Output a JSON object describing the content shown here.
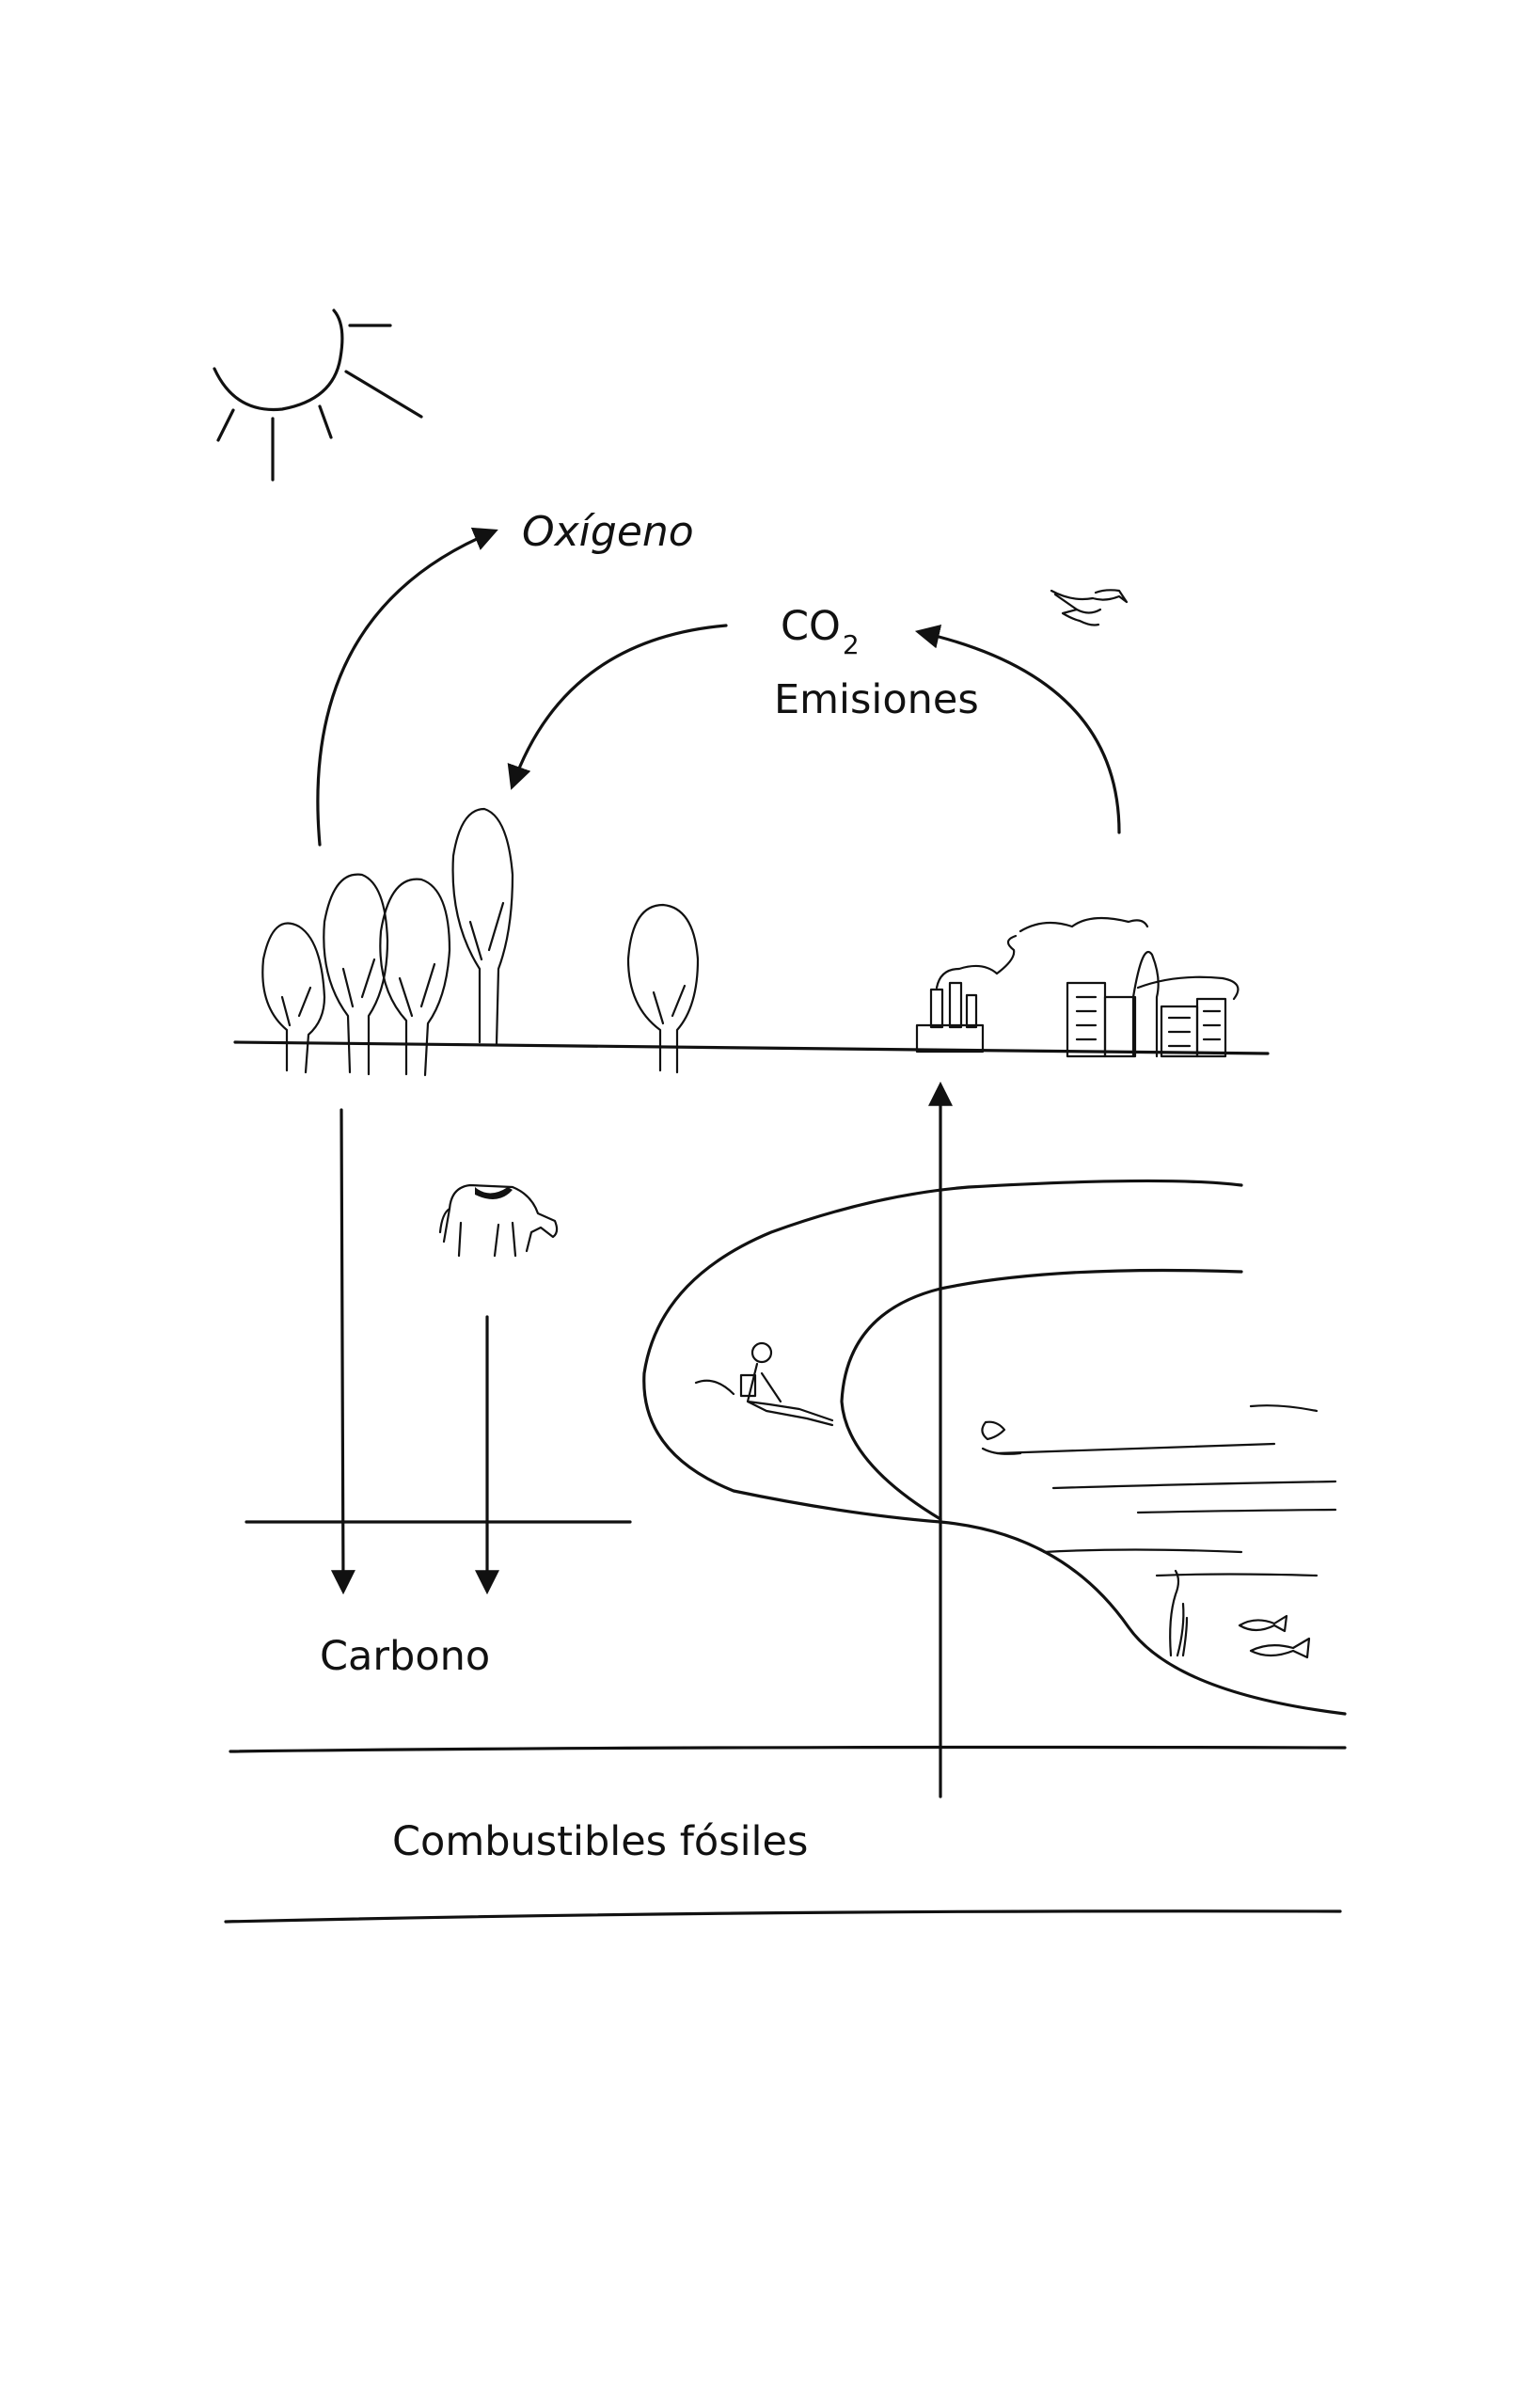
{
  "labels": {
    "oxygen": "Oxígeno",
    "co2_main": "CO",
    "co2_sub": "2",
    "emissions": "Emisiones",
    "carbon": "Carbono",
    "fossil_fuels": "Combustibles fósiles"
  },
  "colors": {
    "ink": "#111111",
    "background": "#ffffff"
  }
}
